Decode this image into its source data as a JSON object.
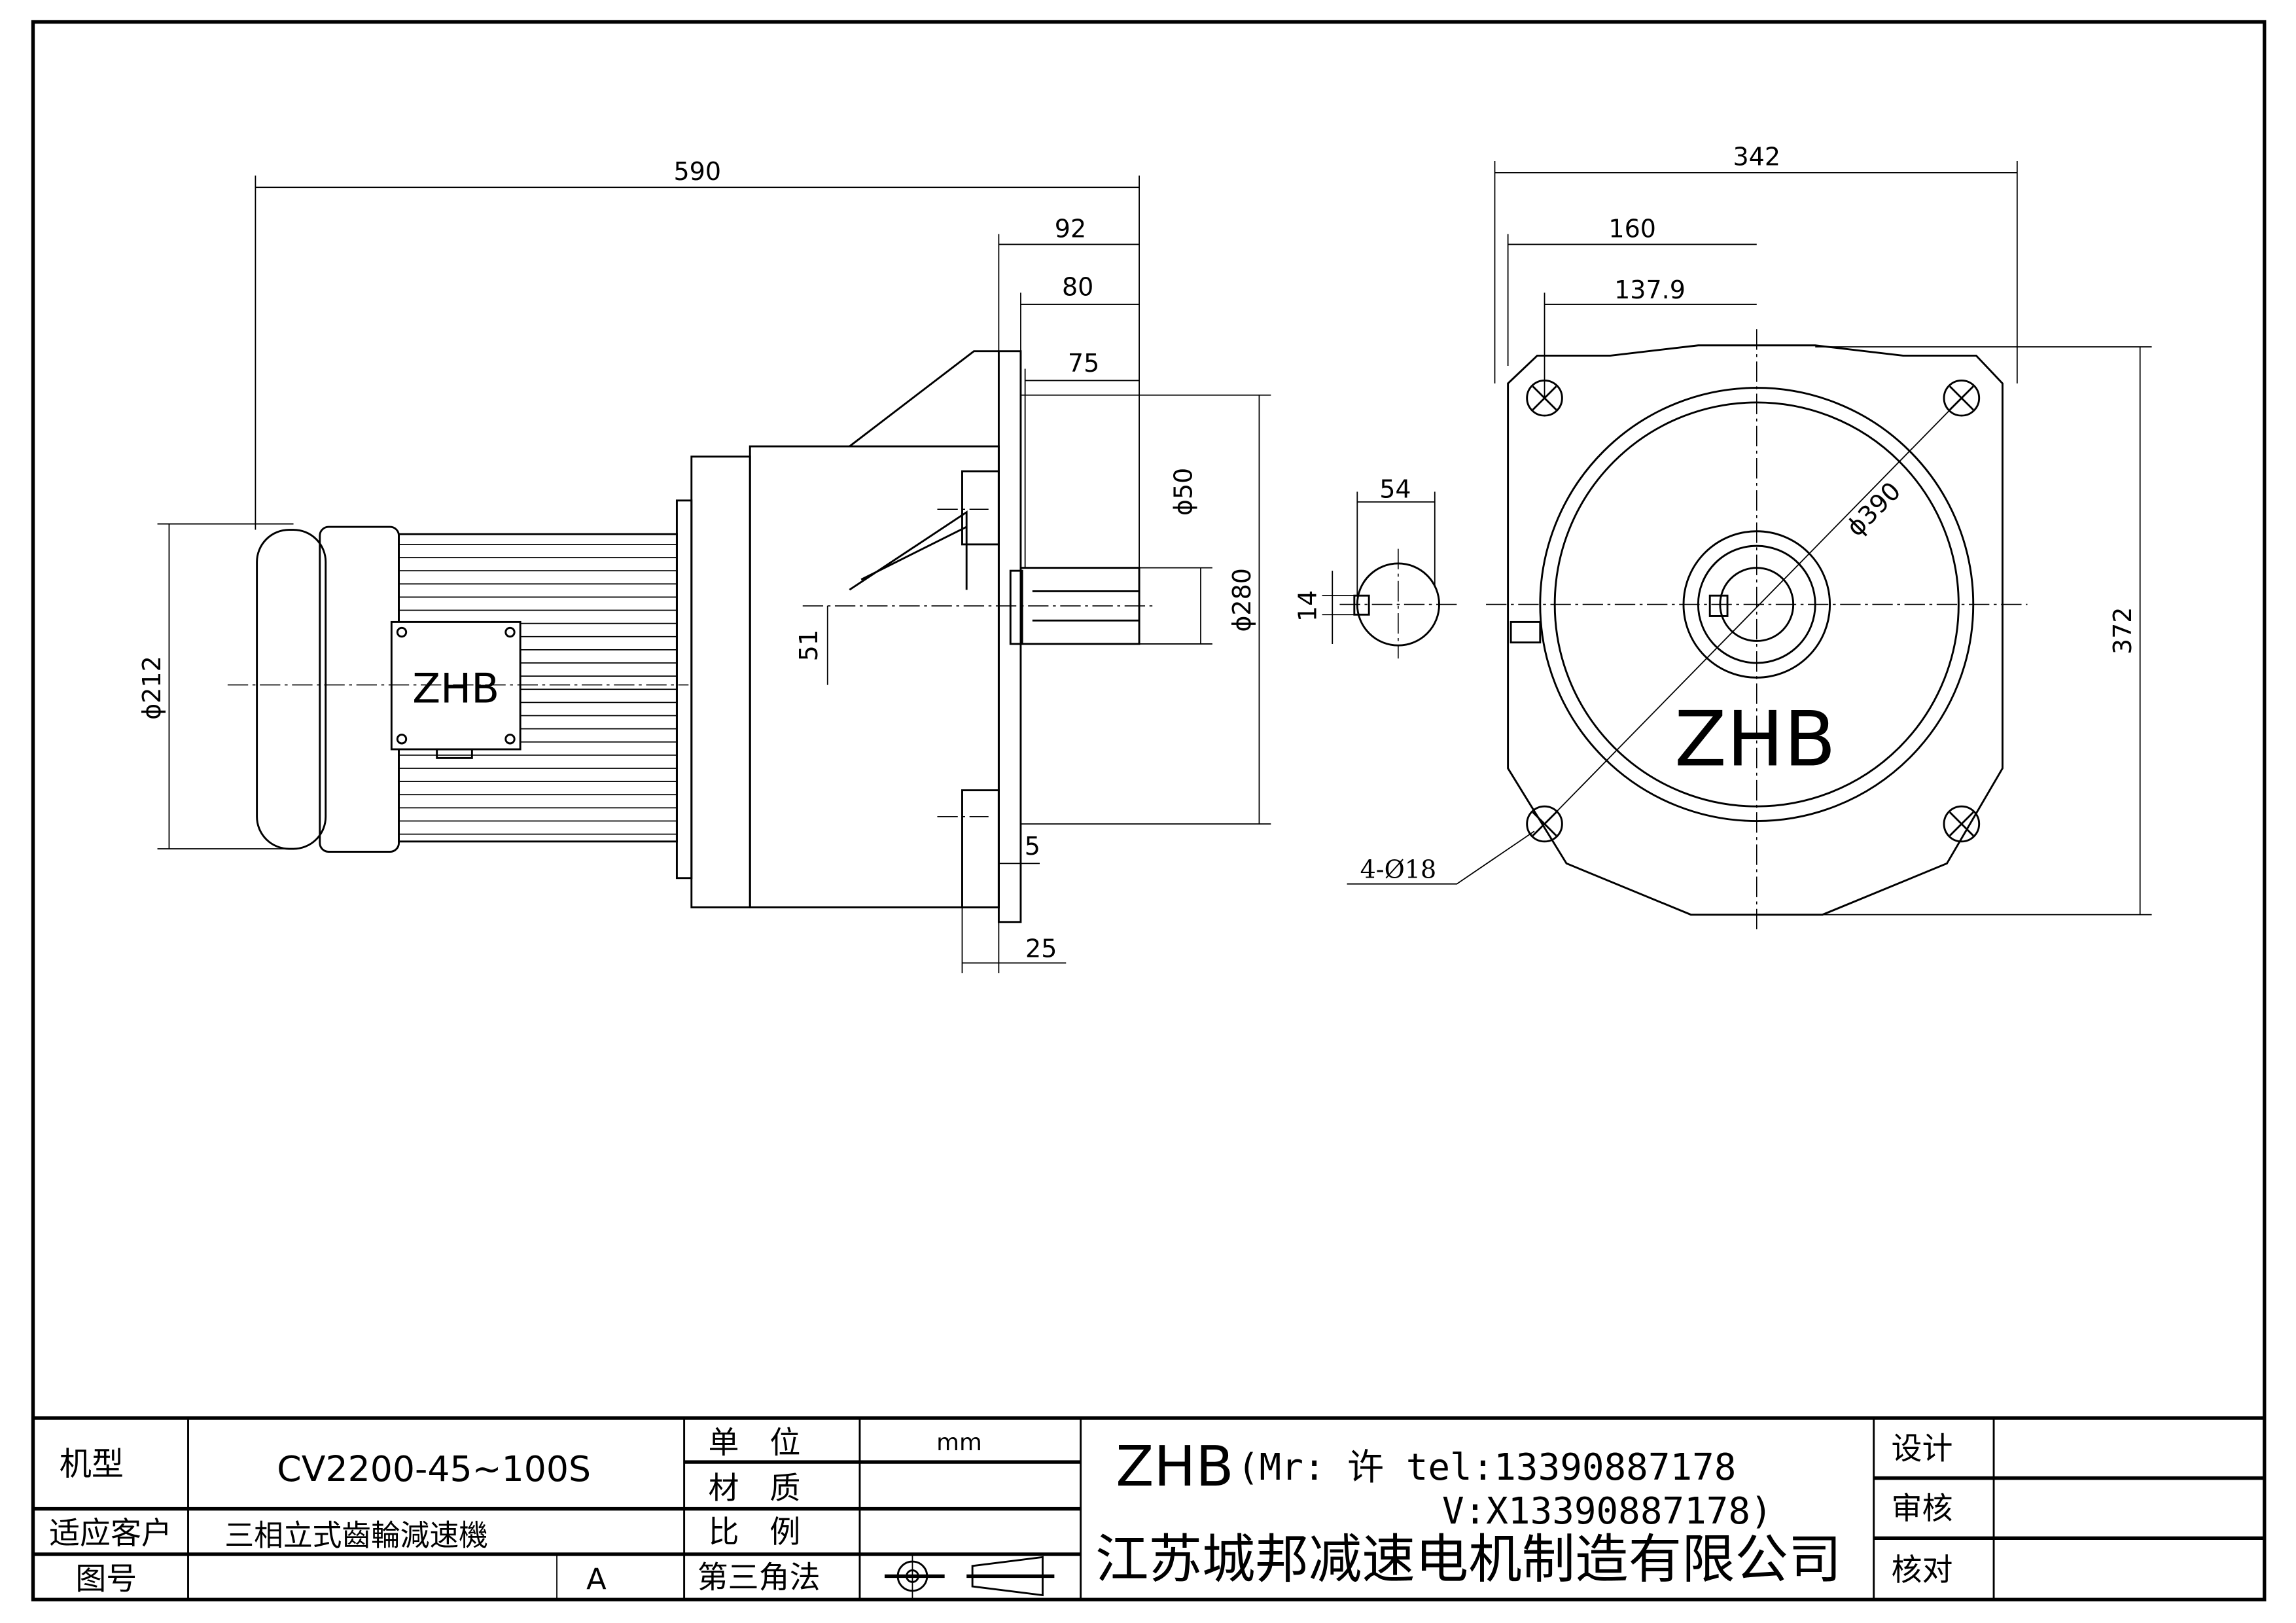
{
  "drawing": {
    "brand_label": "ZHB",
    "side_view": {
      "overall_length": "590",
      "flange_to_end": "92",
      "shaft_length": "80",
      "key_length": "75",
      "shaft_dia": "ϕ50",
      "pilot_dia": "ϕ280",
      "shaft_offset": "51",
      "motor_dia": "ϕ212",
      "pilot_depth": "5",
      "flange_thickness": "25"
    },
    "shaft_end": {
      "key_height": "54",
      "key_width": "14"
    },
    "front_view": {
      "width": "342",
      "half_width": "160",
      "hole_offset": "137.9",
      "height": "372",
      "pcd": "ϕ390",
      "holes": "4-Ø18"
    }
  },
  "title_block": {
    "model_label": "机型",
    "model_value": "CV2200-45~100S",
    "customer_label": "适应客户",
    "customer_value": "三相立式齒輪減速機",
    "drawing_no_label": "图号",
    "drawing_no_value": "",
    "revision": "A",
    "unit_label": "单　位",
    "unit_value": "mm",
    "material_label": "材　质",
    "scale_label": "比　例",
    "projection_label": "第三角法",
    "company_brand": "ZHB",
    "contact_line1": "(Mr: 许 tel:13390887178",
    "contact_line2": "V:X13390887178)",
    "company_name": "江苏城邦减速电机制造有限公司",
    "design_label": "设计",
    "review_label": "审核",
    "check_label": "核对"
  }
}
